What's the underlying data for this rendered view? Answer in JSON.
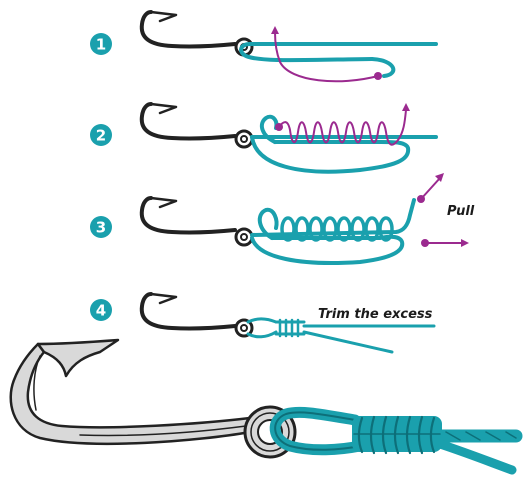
{
  "steps": [
    {
      "number": "1"
    },
    {
      "number": "2"
    },
    {
      "number": "3",
      "caption": "Pull"
    },
    {
      "number": "4",
      "caption": "Trim the excess"
    }
  ],
  "colors": {
    "line": "#1aa0ad",
    "line_shadow": "#0d6f79",
    "guide": "#9b2a8f",
    "hook_outline": "#222222",
    "hook_fill": "#d9d9d9"
  }
}
